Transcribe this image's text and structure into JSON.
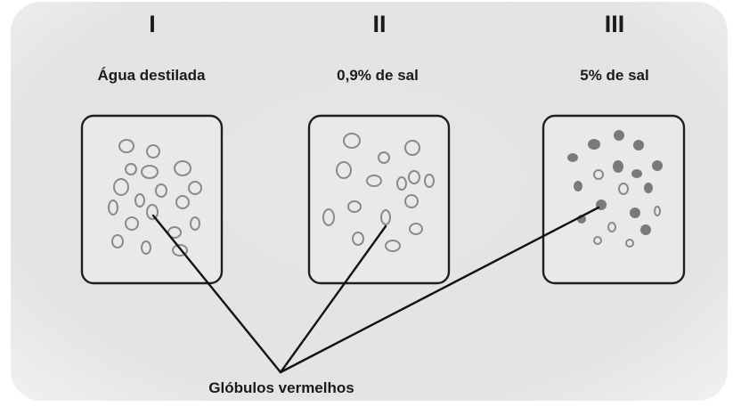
{
  "diagram": {
    "columns": [
      {
        "numeral": "I",
        "label": "Água destilada"
      },
      {
        "numeral": "II",
        "label": "0,9% de sal"
      },
      {
        "numeral": "III",
        "label": "5% de sal"
      }
    ],
    "caption": "Glóbulos vermelhos",
    "colors": {
      "container_fill": "#e9e9e9",
      "container_stroke": "#1f1f1f",
      "cell_outline": "#8a8a8a",
      "cell_shrunken": "#7a7a7a",
      "pointer_line": "#111111"
    }
  }
}
